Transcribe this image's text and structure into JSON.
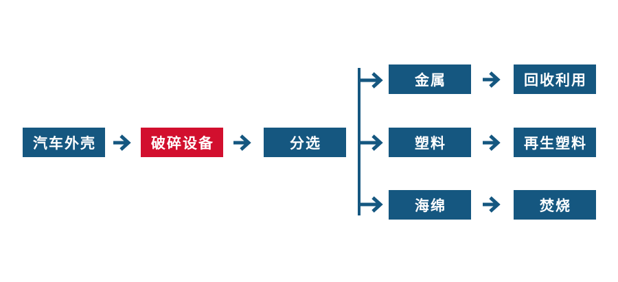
{
  "colors": {
    "primary": "#155780",
    "highlight": "#d20f2e",
    "text": "#ffffff",
    "background": "#ffffff"
  },
  "flow": {
    "source": "汽车外壳",
    "process": "破碎设备",
    "sort": "分选",
    "branches": [
      {
        "material": "金属",
        "result": "回收利用"
      },
      {
        "material": "塑料",
        "result": "再生塑料"
      },
      {
        "material": "海绵",
        "result": "焚烧"
      }
    ]
  }
}
